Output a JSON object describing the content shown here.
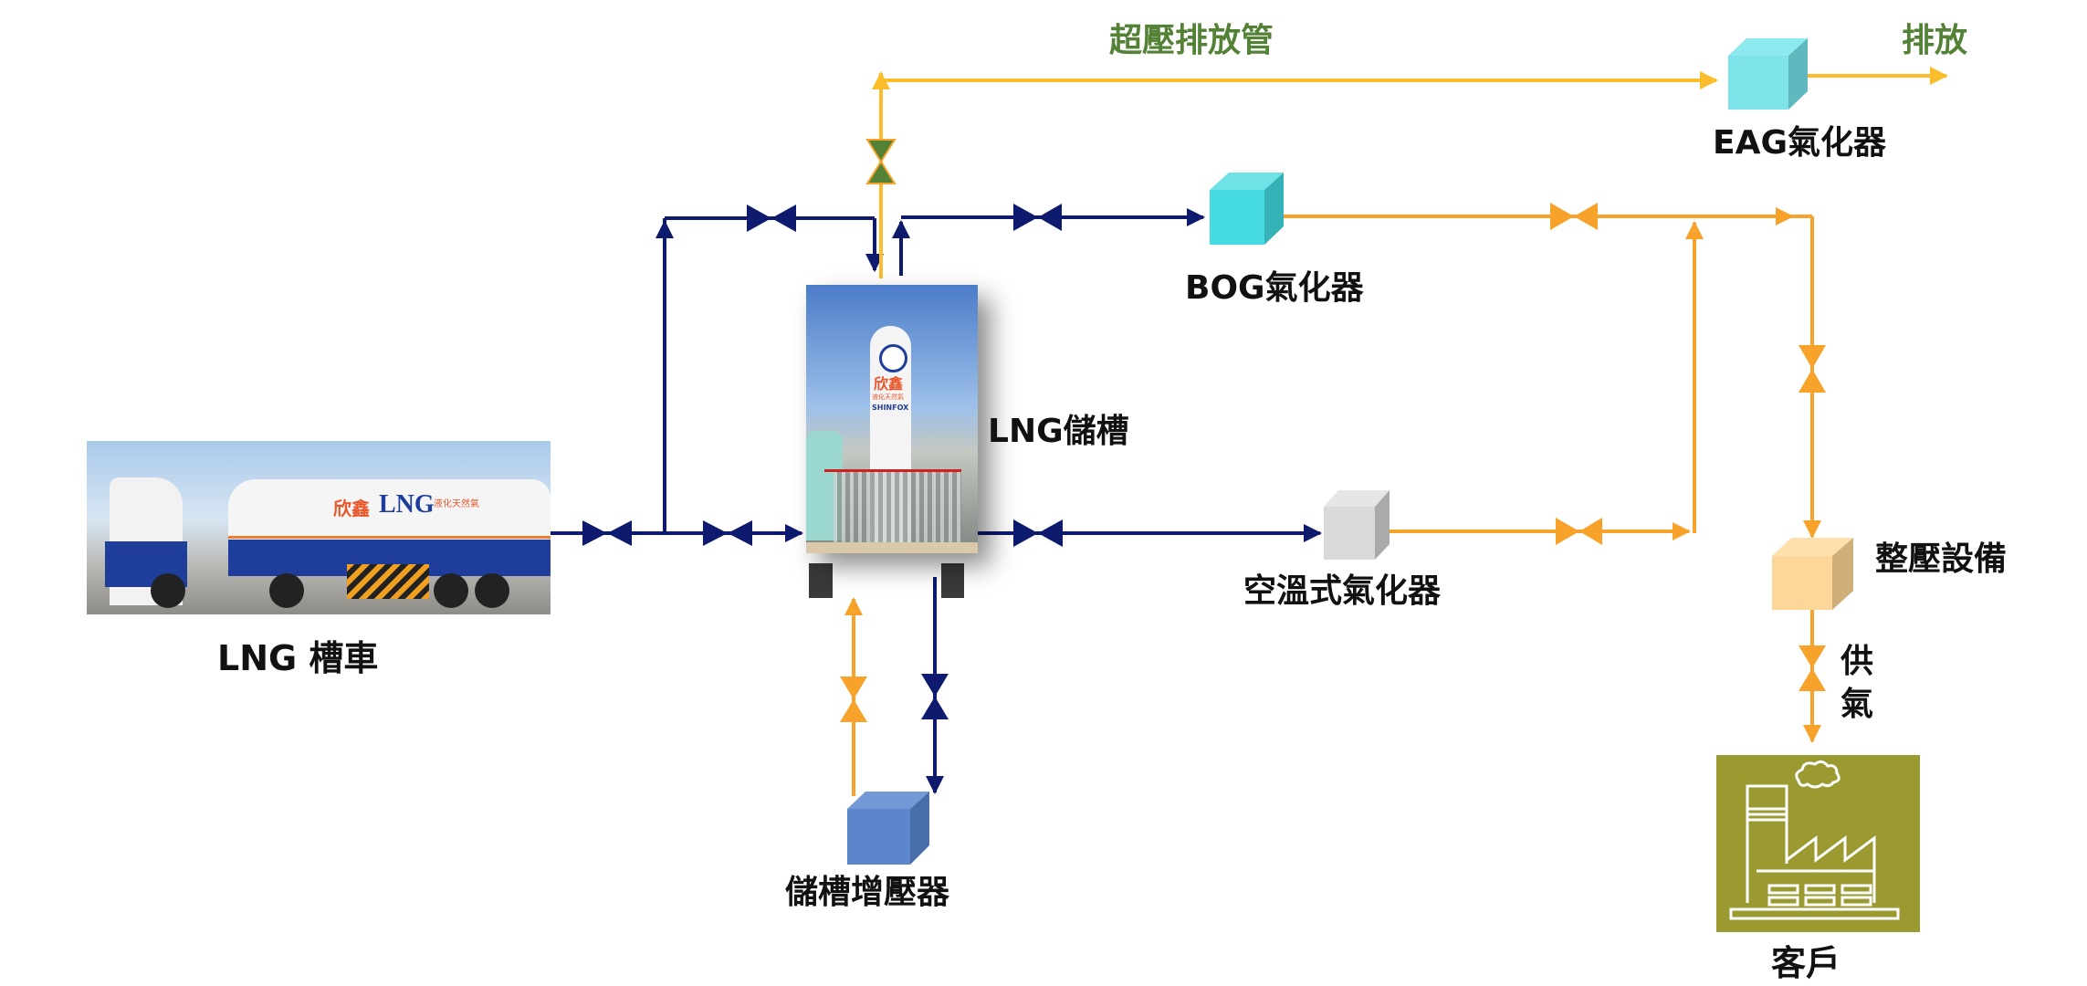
{
  "title": "LNG 供氣流程圖",
  "labels": {
    "truck": "LNG 槽車",
    "tank": "LNG儲槽",
    "booster": "儲槽增壓器",
    "bog_vaporizer": "BOG氣化器",
    "ambient_vaporizer": "空溫式氣化器",
    "eag_vaporizer": "EAG氣化器",
    "regulator": "整壓設備",
    "supply_line1": "供",
    "supply_line2": "氣",
    "customer": "客戶",
    "overpressure_vent": "超壓排放管",
    "discharge": "排放"
  },
  "photo_text": {
    "truck_brand": "欣鑫",
    "truck_product": "LNG",
    "truck_sub": "液化天然氣",
    "tank_brand": "欣鑫",
    "tank_sub": "液化天然氣",
    "tank_logo": "SHINFOX"
  },
  "colors": {
    "liquid_line": "#0d1a6e",
    "gas_line": "#f7a22a",
    "vent_line": "#fbbd2c",
    "vent_valve": "#538135",
    "label_green": "#538135",
    "bog_cube": "#46dbe0",
    "eag_cube": "#7ee4ea",
    "ambient_cube": "#d9d9d9",
    "regulator_cube": "#fdd79a",
    "booster_cube": "#5b86cc",
    "customer_bg": "#9a9a30"
  }
}
